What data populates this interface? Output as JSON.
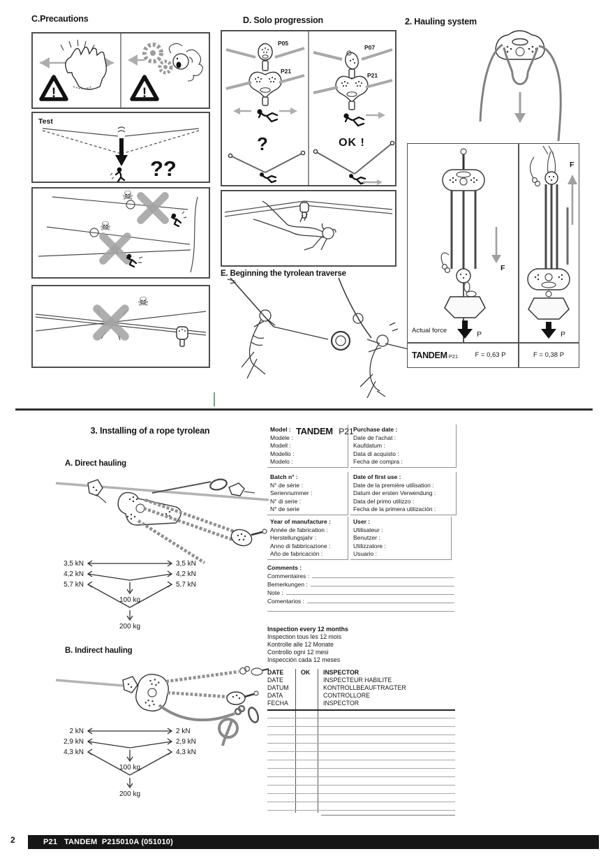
{
  "icons": {
    "skull": "☠",
    "warning": "!"
  },
  "precautions": {
    "title": "C.Precautions",
    "test_label": "Test",
    "question_marks": "??"
  },
  "solo": {
    "title": "D. Solo progression",
    "left": {
      "top_pulley": "P05",
      "main_pulley": "P21",
      "verdict": "?"
    },
    "right": {
      "top_pulley": "P07",
      "main_pulley": "P21",
      "verdict": "OK !"
    }
  },
  "hauling": {
    "title": "2. Hauling system",
    "f_label": "F",
    "p_label": "P",
    "actual_force_label": "Actual force",
    "product_name": "TANDEM",
    "product_ref": "P21",
    "force_direct": "F = 0,63 P",
    "force_reduced": "F = 0,38 P"
  },
  "tyrolean": {
    "title": "E. Beginning the tyrolean traverse"
  },
  "installing": {
    "title": "3. Installing of a rope tyrolean",
    "direct": {
      "title": "A. Direct hauling",
      "tensions": [
        "3,5 kN",
        "4,2 kN",
        "5,7 kN"
      ],
      "load_mid": "100 kg",
      "load_bottom": "200 kg"
    },
    "indirect": {
      "title": "B. Indirect hauling",
      "tensions": [
        "2 kN",
        "2,9 kN",
        "4,3 kN"
      ],
      "load_mid": "100 kg",
      "load_bottom": "200 kg"
    }
  },
  "form": {
    "model": {
      "labels": [
        "Model :",
        "Modèle :",
        "Modell :",
        "Modello :",
        "Modelo :"
      ],
      "value_name": "TANDEM",
      "value_ref": "P21"
    },
    "purchase_date": {
      "labels": [
        "Purchase date :",
        "Date de l'achat :",
        "Kaufdatum :",
        "Data di acquisto :",
        "Fecha de compra :"
      ]
    },
    "batch": {
      "labels": [
        "Batch n° :",
        "N° de série :",
        "Seriennummer :",
        "N° di serie :",
        "N° de serie"
      ]
    },
    "first_use": {
      "labels": [
        "Date of first use :",
        "Date de la première utilisation :",
        "Datum der ersten Verwendung :",
        "Data del primo utilizzo :",
        "Fecha de la primera utilización :"
      ]
    },
    "year": {
      "labels": [
        "Year of manufacture :",
        "Année de fabrication :",
        "Herstellungsjahr :",
        "Anno di fabbricazione :",
        "Año de fabricación :"
      ]
    },
    "user": {
      "labels": [
        "User :",
        "Utilisateur :",
        "Benutzer :",
        "Utilizzatore :",
        "Usuario :"
      ]
    },
    "comments": {
      "labels": [
        "Comments :",
        "Commentaires :",
        "Bemerkungen :",
        "Note :",
        "Comentarios :"
      ]
    },
    "inspection_note": {
      "labels": [
        "Inspection every 12 months",
        "Inspection tous les 12 mois",
        "Kontrolle alle 12 Monate",
        "Controllo ogni 12 mesi",
        "Inspección cada 12 meses"
      ]
    },
    "inspection_table": {
      "date_labels": [
        "DATE",
        "DATE",
        "DATUM",
        "DATA",
        "FECHA"
      ],
      "ok_label": "OK",
      "inspector_labels": [
        "INSPECTOR",
        "INSPECTEUR HABILITE",
        "KONTROLLBEAUFTRAGTER",
        "CONTROLLORE",
        "INSPECTOR"
      ],
      "empty_row_count": 12
    }
  },
  "footer": {
    "page_number": "2",
    "bar_text": "P21   TANDEM  P215010A (051010)"
  },
  "colors": {
    "rope_gray": "#a8a8a8",
    "line_dark": "#4d4d4d",
    "footer_bg": "#161616"
  }
}
